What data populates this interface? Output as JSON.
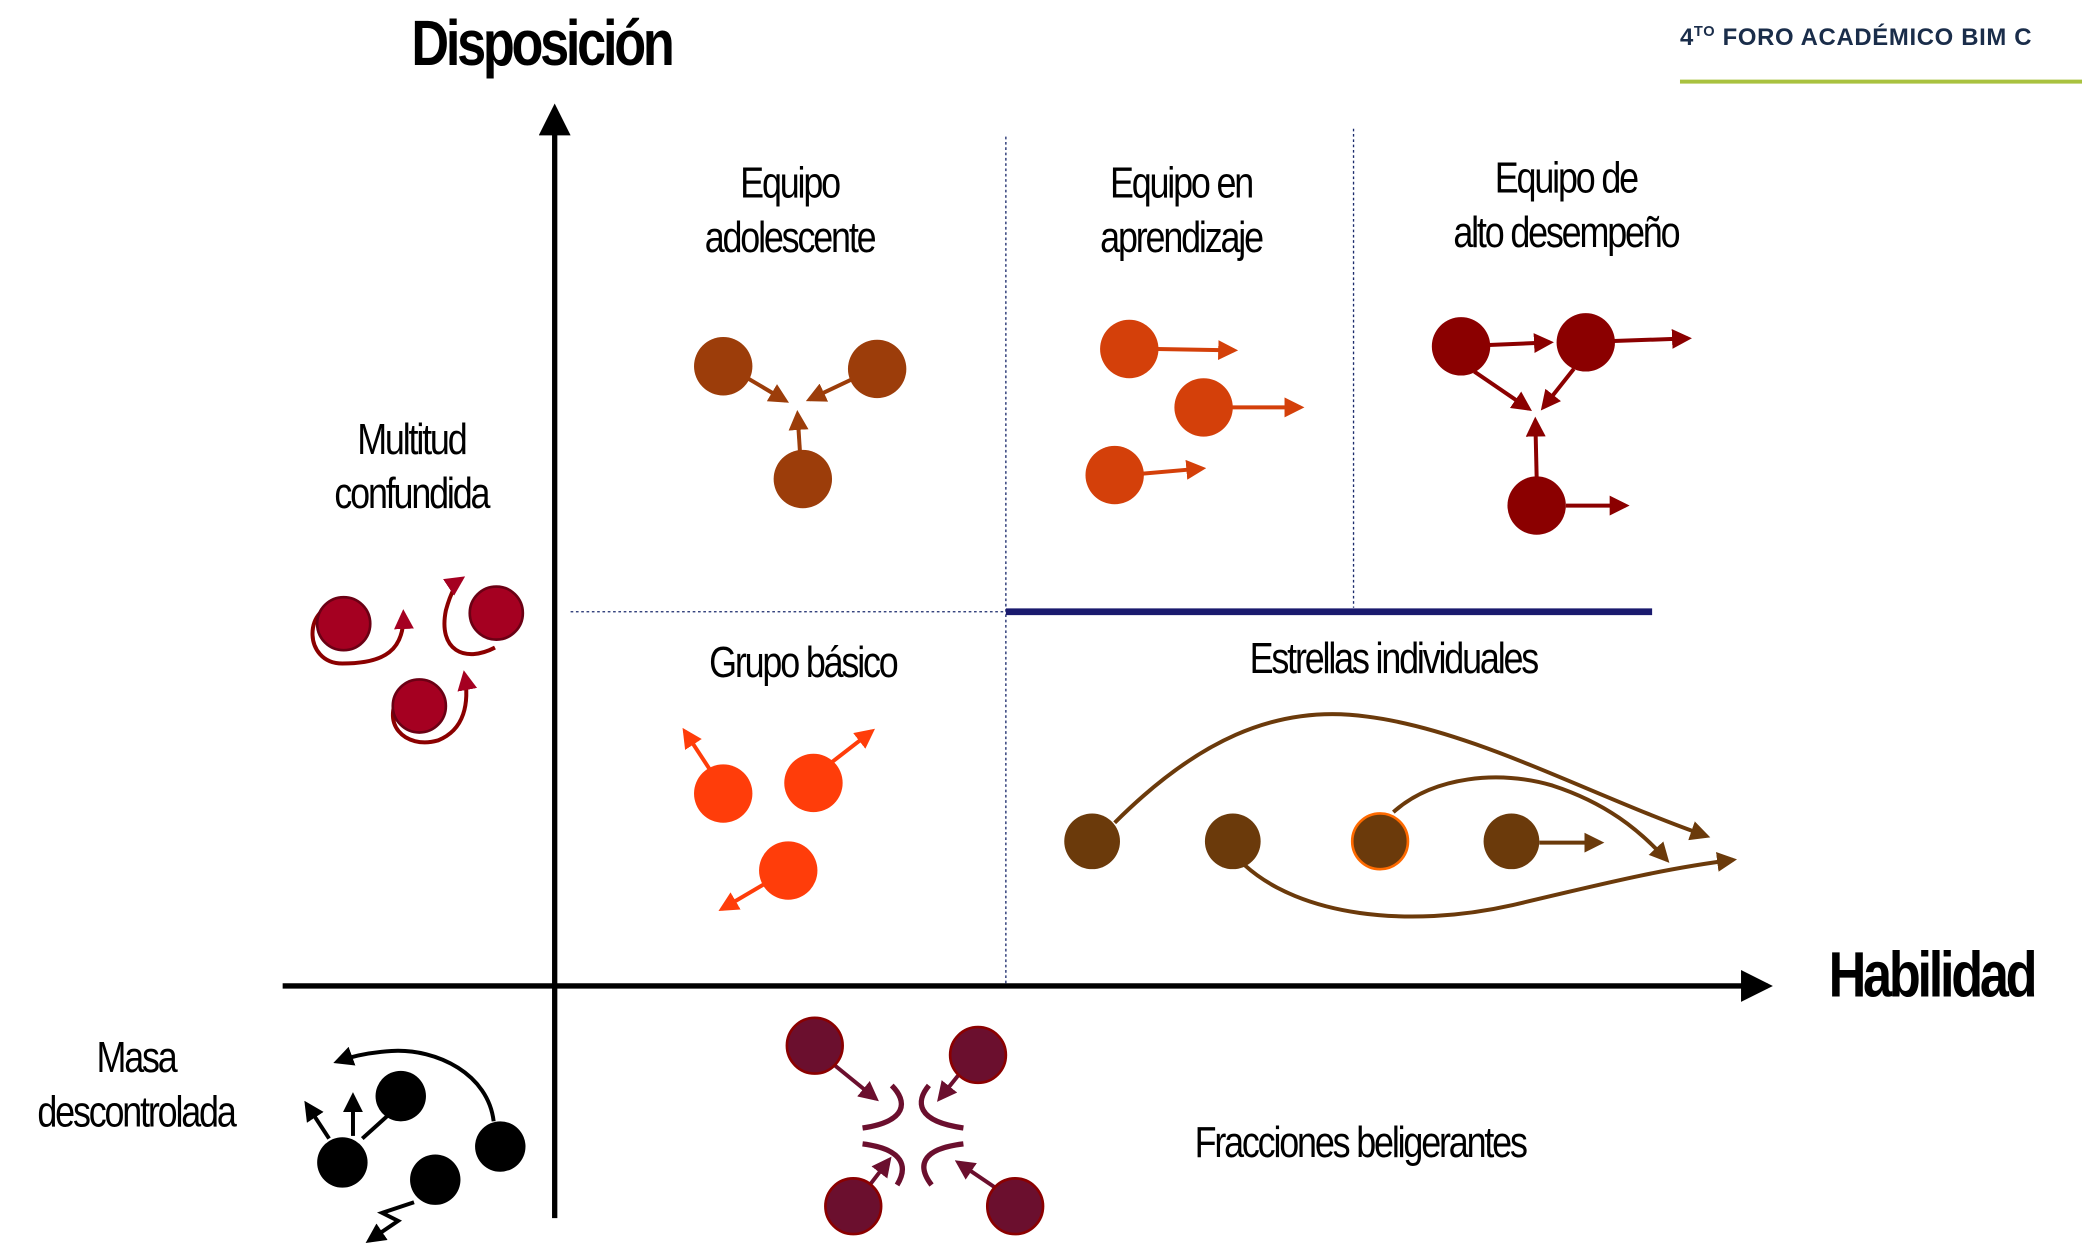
{
  "header": {
    "event_prefix": "4",
    "event_sup": "TO",
    "event_title": " FORO ACADÉMICO BIM C"
  },
  "axes": {
    "y_label": "Disposición",
    "x_label": "Habilidad"
  },
  "quadrants": {
    "adolescent_team": [
      "Equipo",
      "adolescente"
    ],
    "learning_team": [
      "Equipo en",
      "aprendizaje"
    ],
    "high_performance_team": [
      "Equipo de",
      "alto desempeño"
    ],
    "confused_crowd": [
      "Multitud",
      "confundida"
    ],
    "basic_group": "Grupo básico",
    "individual_stars": "Estrellas individuales",
    "uncontrolled_mass": [
      "Masa",
      "descontrolada"
    ],
    "belligerent_factions": "Fracciones beligerantes"
  },
  "colors": {
    "axis": "#000000",
    "divider_dotted": "#1a2a6c",
    "divider_solid": "#1a1a6e",
    "adolescent": "#9c3d0a",
    "learning": "#d4400a",
    "high_performance": "#8b0000",
    "confused": "#a50021",
    "basic": "#ff3d0a",
    "stars": "#6b3a0b",
    "mass": "#000000",
    "factions": "#6b0f2e",
    "header_line": "#a9c23f"
  }
}
